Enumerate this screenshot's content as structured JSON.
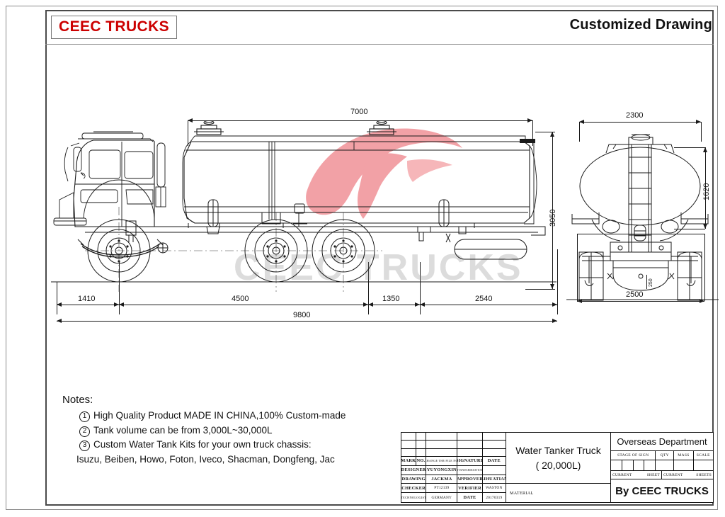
{
  "header": {
    "logo": "CEEC TRUCKS",
    "title": "Customized Drawing"
  },
  "drawing": {
    "side_view": {
      "dimensions": {
        "tank_length": "7000",
        "front_overhang": "1410",
        "wheelbase": "4500",
        "axle_spacing": "1350",
        "rear_overhang": "2540",
        "overall_length": "9800",
        "overall_height": "3050"
      }
    },
    "rear_view": {
      "dimensions": {
        "tank_width": "2300",
        "tank_height": "1620",
        "track_width": "2500",
        "ground_clearance": "250"
      }
    },
    "watermark_text": "CEEC TRUCKS"
  },
  "notes": {
    "heading": "Notes:",
    "items": [
      {
        "num": "1",
        "text": "High Quality Product MADE IN CHINA,100% Custom-made"
      },
      {
        "num": "2",
        "text": "Tank volume can be from 3,000L~30,000L"
      },
      {
        "num": "3",
        "text": "Custom Water Tank Kits for your own truck chassis:"
      }
    ],
    "brands": "Isuzu, Beiben, Howo, Foton, Iveco, Shacman, Dongfeng, Jac"
  },
  "title_block": {
    "revision_headers": [
      "MARK",
      "NO.",
      "CHANGE THE FILE NO.",
      "SIGNATURE",
      "DATE"
    ],
    "rows": [
      {
        "c1": "DESIGNER",
        "c2": "YUYONGXIN",
        "c3": "STANDARDIZATION",
        "c4": ""
      },
      {
        "c1": "DRAWING",
        "c2": "JACKMA",
        "c3": "APPROVER",
        "c4": "LIHUATIAN"
      },
      {
        "c1": "CHECKER",
        "c2": "PT12139",
        "c3": "VERIFIER",
        "c4": "WASTON"
      },
      {
        "c1": "TECHNOLOGIST",
        "c2": "GERMANY",
        "c3": "DATE",
        "c4": "20170319"
      }
    ],
    "product_name": "Water Tanker Truck",
    "product_capacity": "( 20,000L)",
    "material_label": "MATERIAL",
    "department": "Overseas Department",
    "columns": [
      "STAGE OF SIGN",
      "QTY",
      "MASS",
      "SCALE"
    ],
    "current_left": "CURRENT",
    "sheet_label": "SHEET",
    "current_right": "CURRENT",
    "sheets_label": "SHEETS",
    "company": "By CEEC TRUCKS"
  },
  "colors": {
    "brand_red": "#cc0000",
    "line": "#1a1a1a",
    "frame": "#4a4a4a",
    "watermark": "#8c8c8c",
    "logo_pink": "#f08a90"
  }
}
